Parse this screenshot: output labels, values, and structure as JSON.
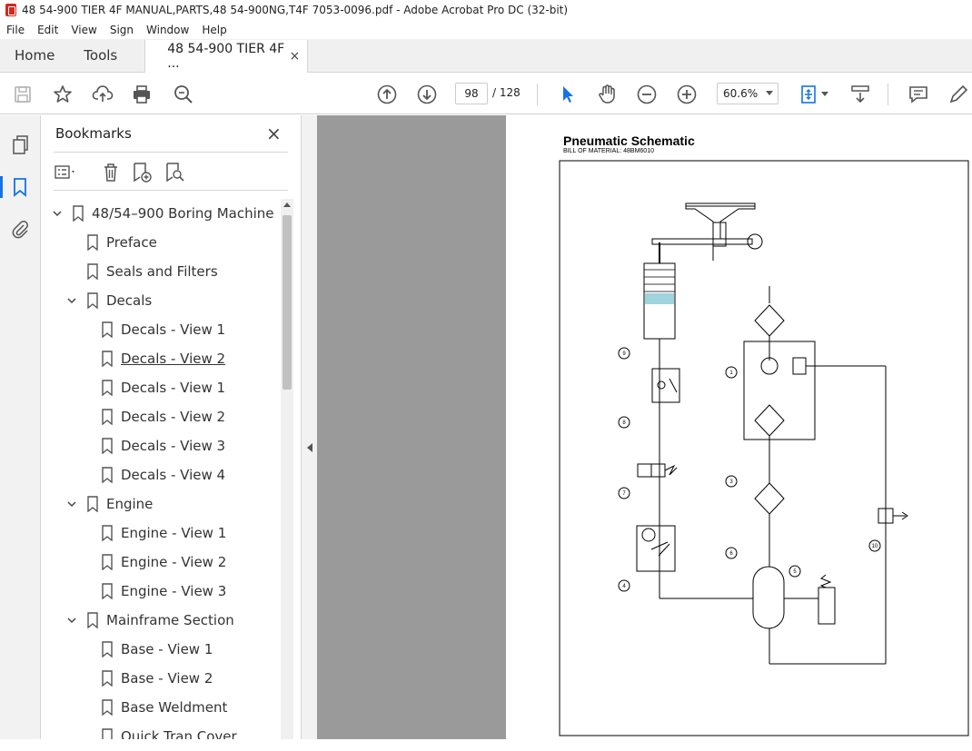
{
  "window": {
    "title": "48 54-900 TIER 4F MANUAL,PARTS,48 54-900NG,T4F 7053-0096.pdf - Adobe Acrobat Pro DC (32-bit)"
  },
  "menu": [
    "File",
    "Edit",
    "View",
    "Sign",
    "Window",
    "Help"
  ],
  "tabs": {
    "home": "Home",
    "tools": "Tools",
    "document": "48 54-900 TIER 4F ...",
    "close": "×"
  },
  "toolbar": {
    "icons": [
      "save-icon",
      "star-icon",
      "upload-icon",
      "print-icon",
      "search-zoom-icon",
      "prev-page-icon",
      "next-page-icon",
      "select-cursor-icon",
      "hand-icon",
      "zoom-out-icon",
      "zoom-in-icon",
      "fit-page-icon",
      "scroll-mode-icon",
      "comment-icon",
      "pen-icon"
    ],
    "page_current": "98",
    "page_total": "/   128",
    "zoom": "60.6%"
  },
  "bookmarks": {
    "title": "Bookmarks",
    "close": "×",
    "items": [
      {
        "label": "48/54–900 Boring Machine",
        "level": 0,
        "expanded": true
      },
      {
        "label": "Preface",
        "level": 1
      },
      {
        "label": "Seals and Filters",
        "level": 1
      },
      {
        "label": "Decals",
        "level": 1,
        "expanded": true
      },
      {
        "label": "Decals - View 1",
        "level": 2
      },
      {
        "label": "Decals - View 2",
        "level": 2,
        "selected": true
      },
      {
        "label": "Decals - View 1",
        "level": 2
      },
      {
        "label": "Decals - View 2",
        "level": 2
      },
      {
        "label": "Decals - View 3",
        "level": 2
      },
      {
        "label": "Decals - View 4",
        "level": 2
      },
      {
        "label": "Engine",
        "level": 1,
        "expanded": true
      },
      {
        "label": "Engine - View 1",
        "level": 2
      },
      {
        "label": "Engine - View 2",
        "level": 2
      },
      {
        "label": "Engine - View 3",
        "level": 2
      },
      {
        "label": "Mainframe Section",
        "level": 1,
        "expanded": true
      },
      {
        "label": "Base - View 1",
        "level": 2
      },
      {
        "label": "Base - View 2",
        "level": 2
      },
      {
        "label": "Base Weldment",
        "level": 2
      },
      {
        "label": "Quick Tran Cover",
        "level": 2
      }
    ]
  },
  "page": {
    "title": "Pneumatic Schematic",
    "subtitle": "BILL OF MATERIAL: 48BM6010",
    "callouts": [
      "9",
      "8",
      "7",
      "4",
      "1",
      "3",
      "6",
      "5",
      "10"
    ]
  },
  "colors": {
    "accent": "#1473e6",
    "doc_bg": "#9a9a9a",
    "cylinder_fill": "#9fd3de"
  }
}
